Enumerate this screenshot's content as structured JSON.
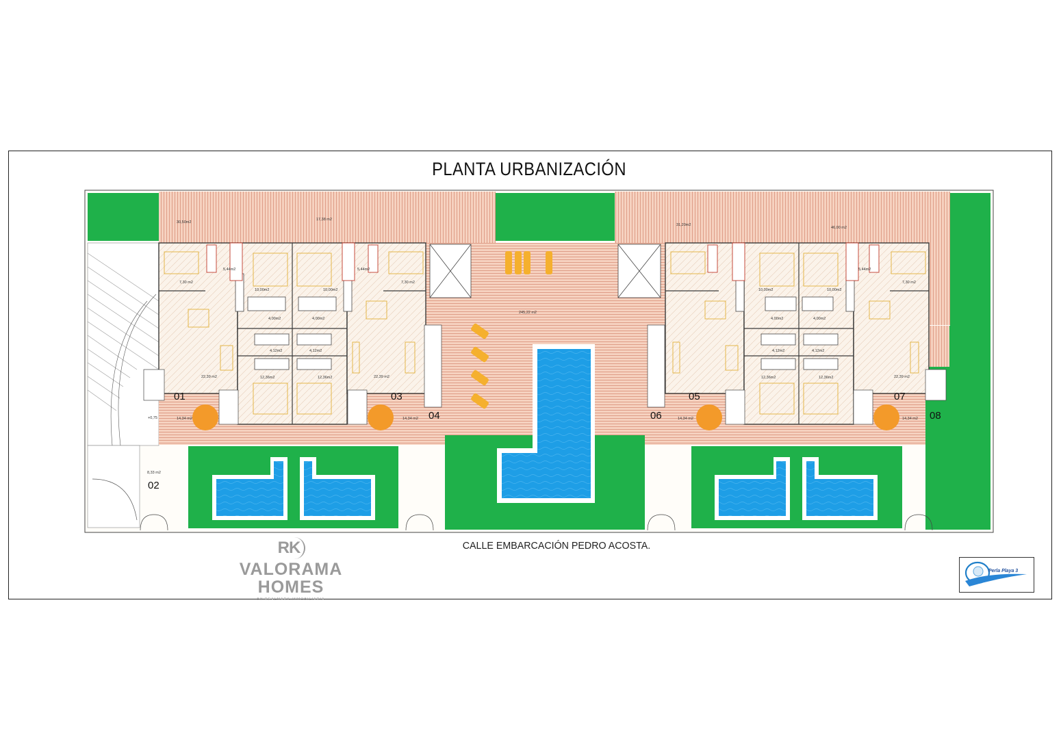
{
  "title": "PLANTA URBANIZACIÓN",
  "street": "CALLE EMBARCACIÓN PEDRO ACOSTA.",
  "units": {
    "u01": "01",
    "u02": "02",
    "u03": "03",
    "u04": "04",
    "u05": "05",
    "u06": "06",
    "u07": "07",
    "u08": "08"
  },
  "areas": {
    "top_left": "30,50m2",
    "top_mid": "17,38 m2",
    "top_right_a": "31,20m2",
    "top_right_b": "46,00 m2",
    "bed_small": "7,30 m2",
    "store": "5,44m2",
    "bed_main": "10,00m2",
    "bath_a": "4,00m2",
    "bath_b": "4,12m2",
    "living": "22,39 m2",
    "bed_second": "12,36m2",
    "terrace": "14,34 m2",
    "patio": "8,33 m2",
    "central": "245,22 m2",
    "level": "+0,75"
  },
  "watermark": {
    "mark": "RK",
    "line1": "VALORAMA",
    "line2": "HOMES",
    "line3": "BY REALMARK INMOBILIARIA"
  },
  "logo": {
    "text": "Perla Playa 3"
  },
  "colors": {
    "lawn": "#1fb14a",
    "pool": "#1e9ee6",
    "deck": "#f4c8b4",
    "deck_line": "#d98f78",
    "wall": "#3a3a3a",
    "furniture": "#e9b83a",
    "umbrella": "#f39a2a"
  }
}
